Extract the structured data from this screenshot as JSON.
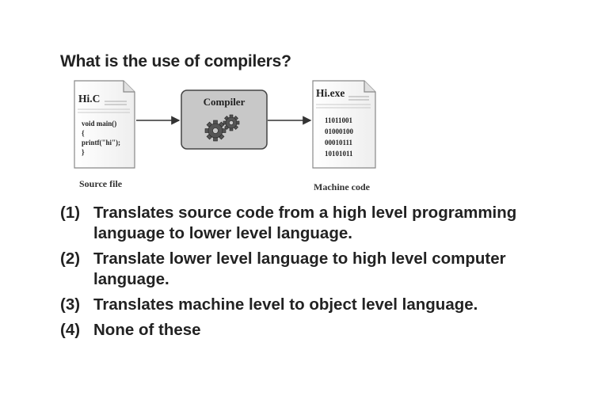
{
  "question": "What is the use of compilers?",
  "diagram": {
    "source_doc": {
      "filename": "Hi.C",
      "code_lines": [
        "void main()",
        "{",
        "printf(\"hi\");",
        "}"
      ],
      "caption": "Source file"
    },
    "compiler": {
      "label": "Compiler",
      "icon": "gears-icon",
      "fill": "#c8c8c8"
    },
    "output_doc": {
      "filename": "Hi.exe",
      "binary_lines": [
        "11011001",
        "01000100",
        "00010111",
        "10101011"
      ],
      "caption": "Machine code"
    }
  },
  "options": [
    {
      "num": "(1)",
      "text": "Translates source code from a high level programming language to lower level language."
    },
    {
      "num": "(2)",
      "text": "Translate lower level language to high level computer language."
    },
    {
      "num": "(3)",
      "text": "Translates machine level to object level language."
    },
    {
      "num": "(4)",
      "text": "None of these"
    }
  ]
}
